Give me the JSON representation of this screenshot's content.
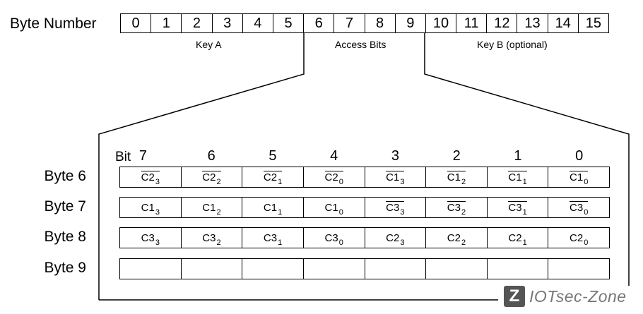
{
  "header": {
    "byte_number_label": "Byte Number",
    "bytes": [
      "0",
      "1",
      "2",
      "3",
      "4",
      "5",
      "6",
      "7",
      "8",
      "9",
      "10",
      "11",
      "12",
      "13",
      "14",
      "15"
    ],
    "key_a_label": "Key A",
    "access_bits_label": "Access Bits",
    "key_b_label": "Key B (optional)"
  },
  "table": {
    "bit_label": "Bit",
    "bit_numbers": [
      "7",
      "6",
      "5",
      "4",
      "3",
      "2",
      "1",
      "0"
    ],
    "rows": [
      {
        "label": "Byte 6",
        "cells": [
          {
            "base": "C2",
            "sub": "3",
            "neg": true
          },
          {
            "base": "C2",
            "sub": "2",
            "neg": true
          },
          {
            "base": "C2",
            "sub": "1",
            "neg": true
          },
          {
            "base": "C2",
            "sub": "0",
            "neg": true
          },
          {
            "base": "C1",
            "sub": "3",
            "neg": true
          },
          {
            "base": "C1",
            "sub": "2",
            "neg": true
          },
          {
            "base": "C1",
            "sub": "1",
            "neg": true
          },
          {
            "base": "C1",
            "sub": "0",
            "neg": true
          }
        ]
      },
      {
        "label": "Byte 7",
        "cells": [
          {
            "base": "C1",
            "sub": "3",
            "neg": false
          },
          {
            "base": "C1",
            "sub": "2",
            "neg": false
          },
          {
            "base": "C1",
            "sub": "1",
            "neg": false
          },
          {
            "base": "C1",
            "sub": "0",
            "neg": false
          },
          {
            "base": "C3",
            "sub": "3",
            "neg": true
          },
          {
            "base": "C3",
            "sub": "2",
            "neg": true
          },
          {
            "base": "C3",
            "sub": "1",
            "neg": true
          },
          {
            "base": "C3",
            "sub": "0",
            "neg": true
          }
        ]
      },
      {
        "label": "Byte 8",
        "cells": [
          {
            "base": "C3",
            "sub": "3",
            "neg": false
          },
          {
            "base": "C3",
            "sub": "2",
            "neg": false
          },
          {
            "base": "C3",
            "sub": "1",
            "neg": false
          },
          {
            "base": "C3",
            "sub": "0",
            "neg": false
          },
          {
            "base": "C2",
            "sub": "3",
            "neg": false
          },
          {
            "base": "C2",
            "sub": "2",
            "neg": false
          },
          {
            "base": "C2",
            "sub": "1",
            "neg": false
          },
          {
            "base": "C2",
            "sub": "0",
            "neg": false
          }
        ]
      },
      {
        "label": "Byte 9",
        "cells": [
          {
            "base": "",
            "sub": "",
            "neg": false
          },
          {
            "base": "",
            "sub": "",
            "neg": false
          },
          {
            "base": "",
            "sub": "",
            "neg": false
          },
          {
            "base": "",
            "sub": "",
            "neg": false
          },
          {
            "base": "",
            "sub": "",
            "neg": false
          },
          {
            "base": "",
            "sub": "",
            "neg": false
          },
          {
            "base": "",
            "sub": "",
            "neg": false
          },
          {
            "base": "",
            "sub": "",
            "neg": false
          }
        ]
      }
    ]
  },
  "watermark": {
    "logo_letter": "Z",
    "text": "IOTsec-Zone"
  }
}
